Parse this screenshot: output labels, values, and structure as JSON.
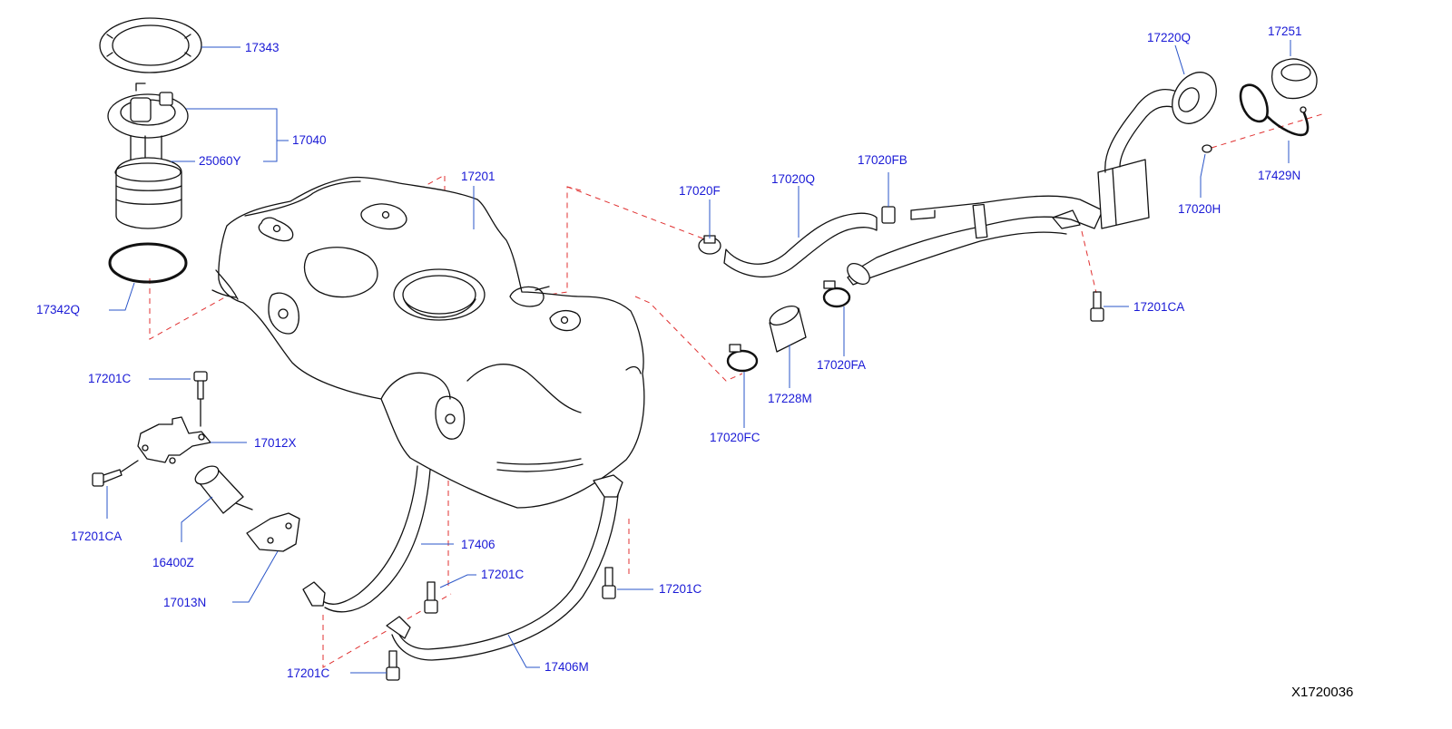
{
  "diagram": {
    "reference_code": "X1720036",
    "colors": {
      "label": "#1a1ad6",
      "leader": "#2a55c8",
      "dashed": "#e03030",
      "outline": "#111111"
    },
    "labels": {
      "l17343": "17343",
      "l17040": "17040",
      "l25060Y": "25060Y",
      "l17342Q": "17342Q",
      "l17201": "17201",
      "l17201C_a": "17201C",
      "l17012X": "17012X",
      "l17201CA_a": "17201CA",
      "l16400Z": "16400Z",
      "l17013N": "17013N",
      "l17406": "17406",
      "l17201C_b": "17201C",
      "l17201C_c": "17201C",
      "l17406M": "17406M",
      "l17201C_d": "17201C",
      "l17020F": "17020F",
      "l17020Q": "17020Q",
      "l17020FB": "17020FB",
      "l17228M": "17228M",
      "l17020FA": "17020FA",
      "l17020FC": "17020FC",
      "l17220Q": "17220Q",
      "l17251": "17251",
      "l17429N": "17429N",
      "l17020H": "17020H",
      "l17201CA_b": "17201CA"
    }
  }
}
